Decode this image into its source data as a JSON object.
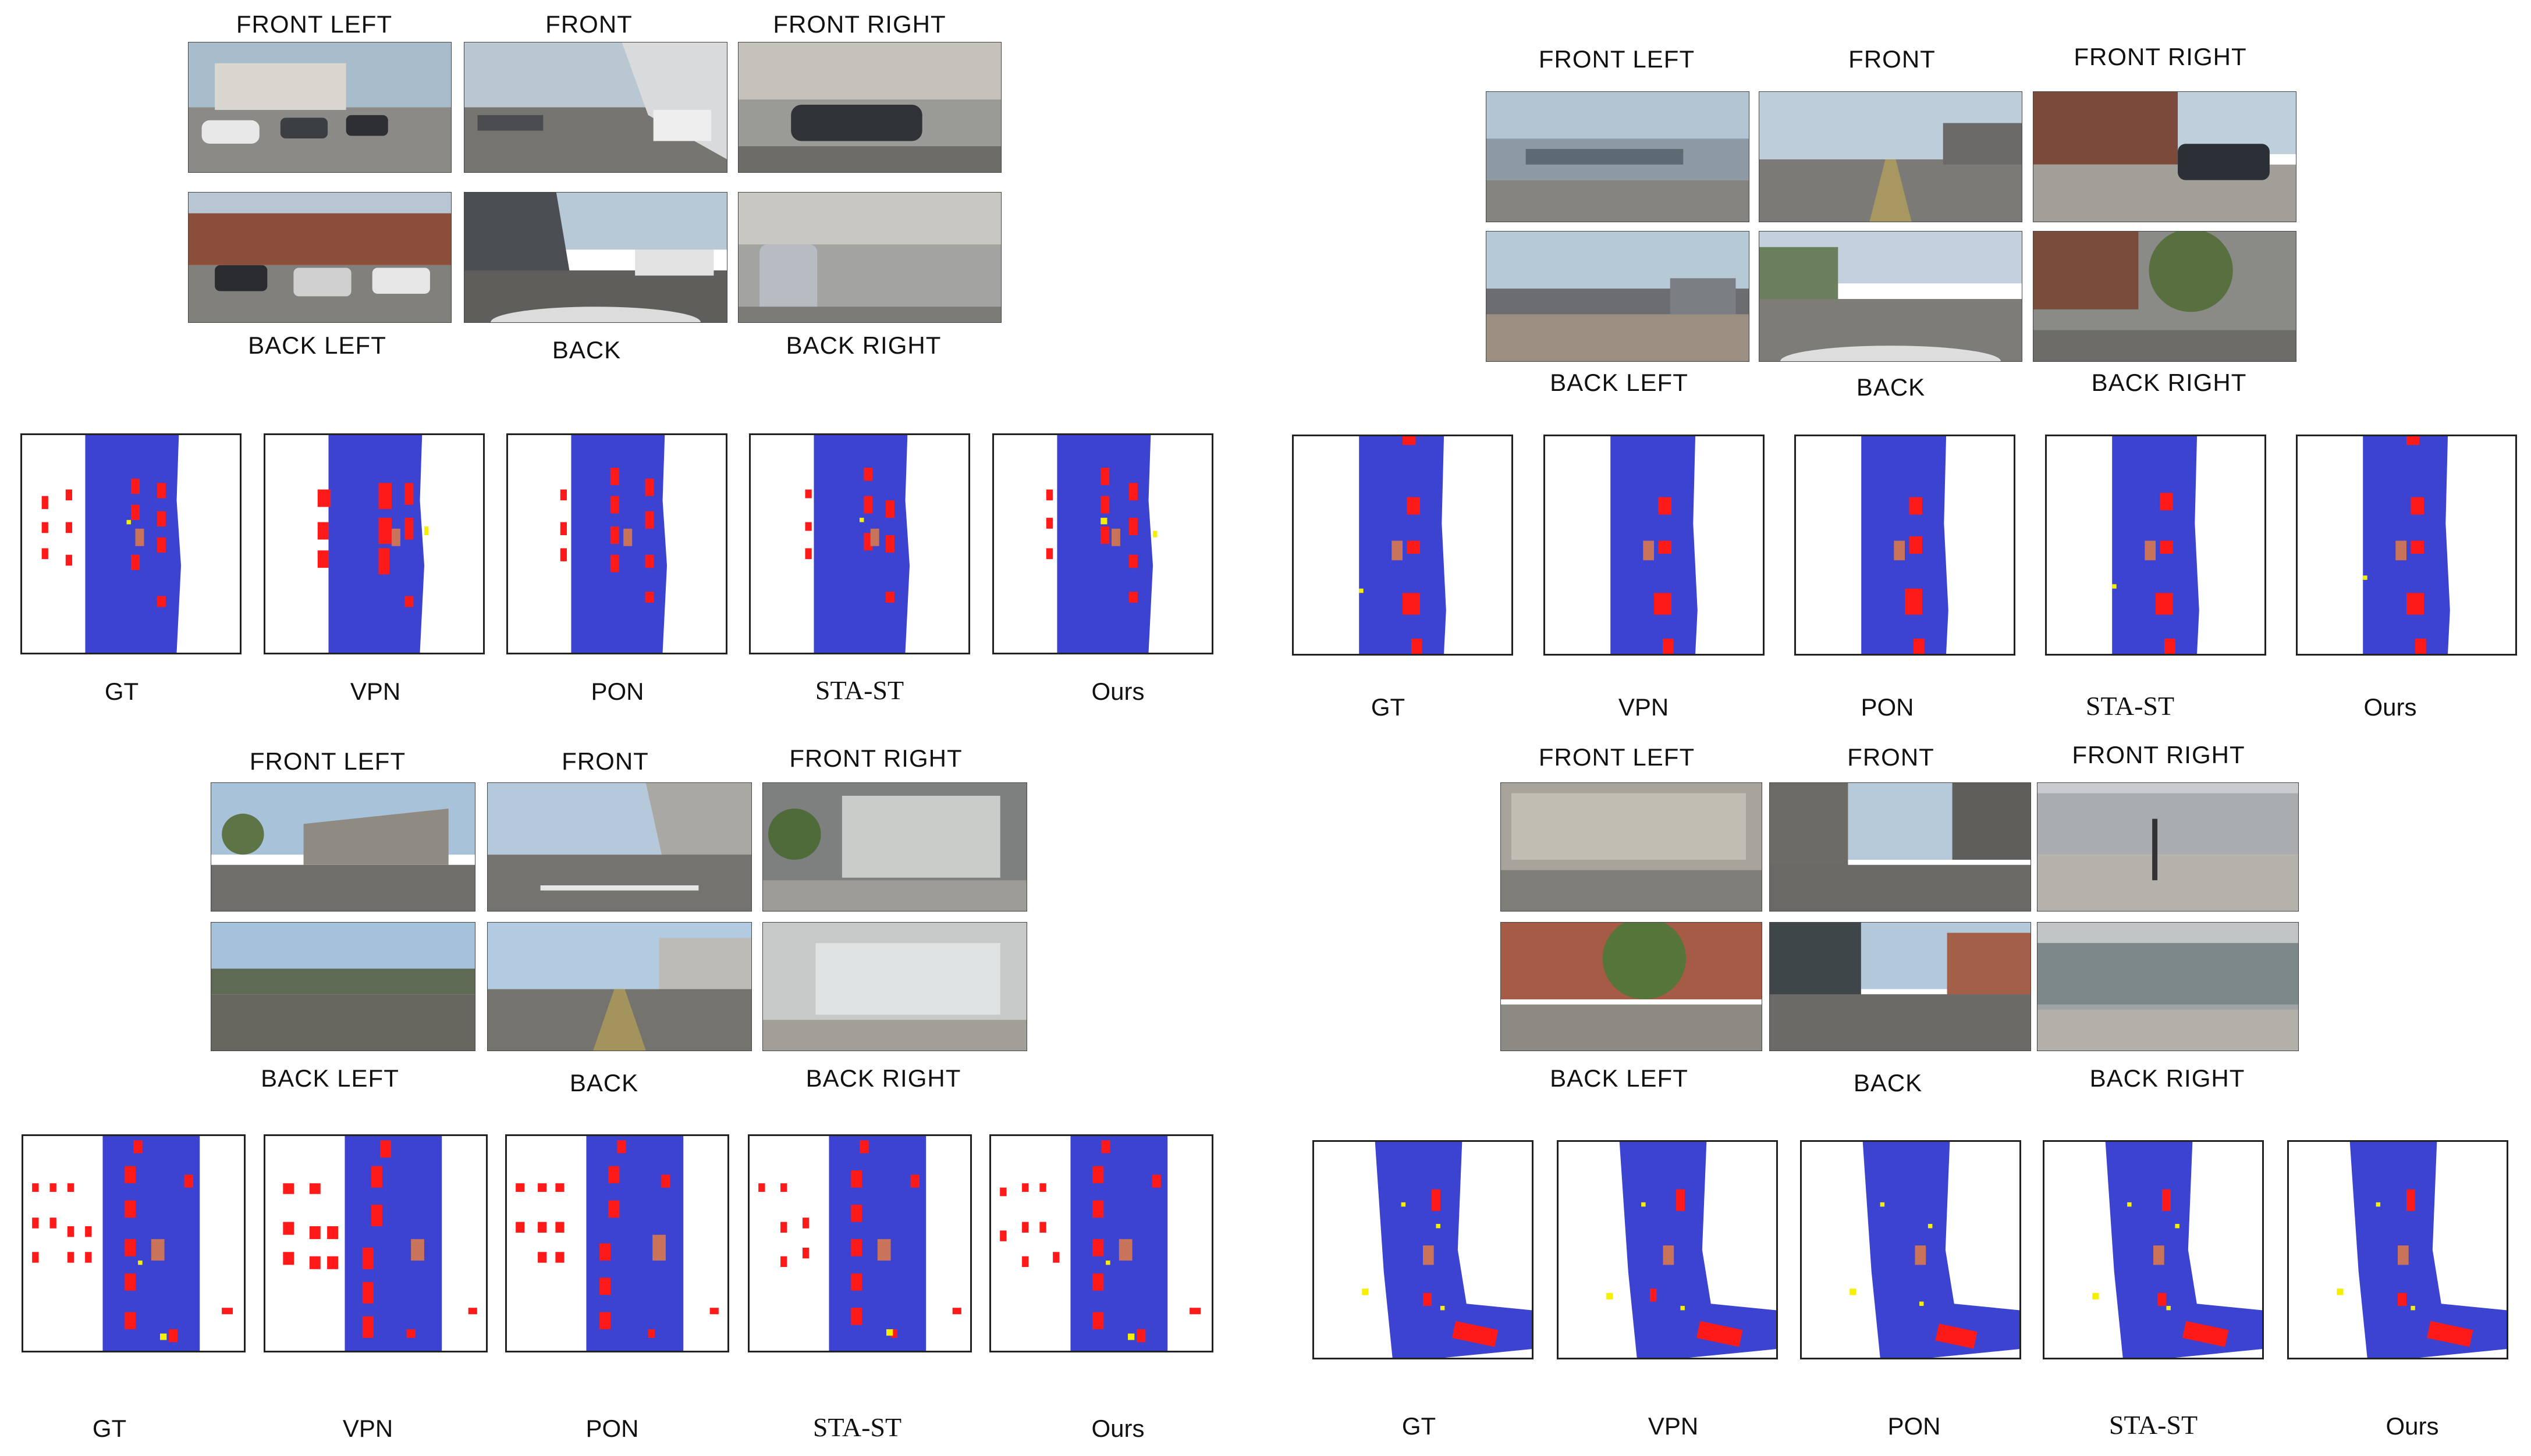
{
  "figure": {
    "camera_views": [
      "FRONT  LEFT",
      "FRONT",
      "FRONT  RIGHT",
      "BACK  LEFT",
      "BACK",
      "BACK  RIGHT"
    ],
    "methods": [
      "GT",
      "VPN",
      "PON",
      "STA-ST",
      "Ours"
    ],
    "colors": {
      "drivable": "#3d43d1",
      "vehicle": "#ff1a1a",
      "ego": "#c8735a",
      "pedestrian": "#f4f000",
      "background": "#ffffff"
    },
    "scenes": [
      {
        "id": "scene-1",
        "description_icons": [
          "parking-lot-photo",
          "street-photo",
          "storefront-photo",
          "brick-buildings-photo",
          "street-photo",
          "car-rear-photo"
        ]
      },
      {
        "id": "scene-2",
        "description_icons": [
          "wall-photo",
          "road-photo",
          "suv-photo",
          "construction-photo",
          "road-photo",
          "tree-photo"
        ]
      },
      {
        "id": "scene-3",
        "description_icons": [
          "building-photo",
          "crosswalk-photo",
          "storefront-photo",
          "parking-lot-photo",
          "road-photo",
          "bank-storefront-photo"
        ]
      },
      {
        "id": "scene-4",
        "description_icons": [
          "building-photo",
          "street-photo",
          "plaza-photo",
          "tree-building-photo",
          "street-photo",
          "glass-storefront-photo"
        ]
      }
    ]
  }
}
